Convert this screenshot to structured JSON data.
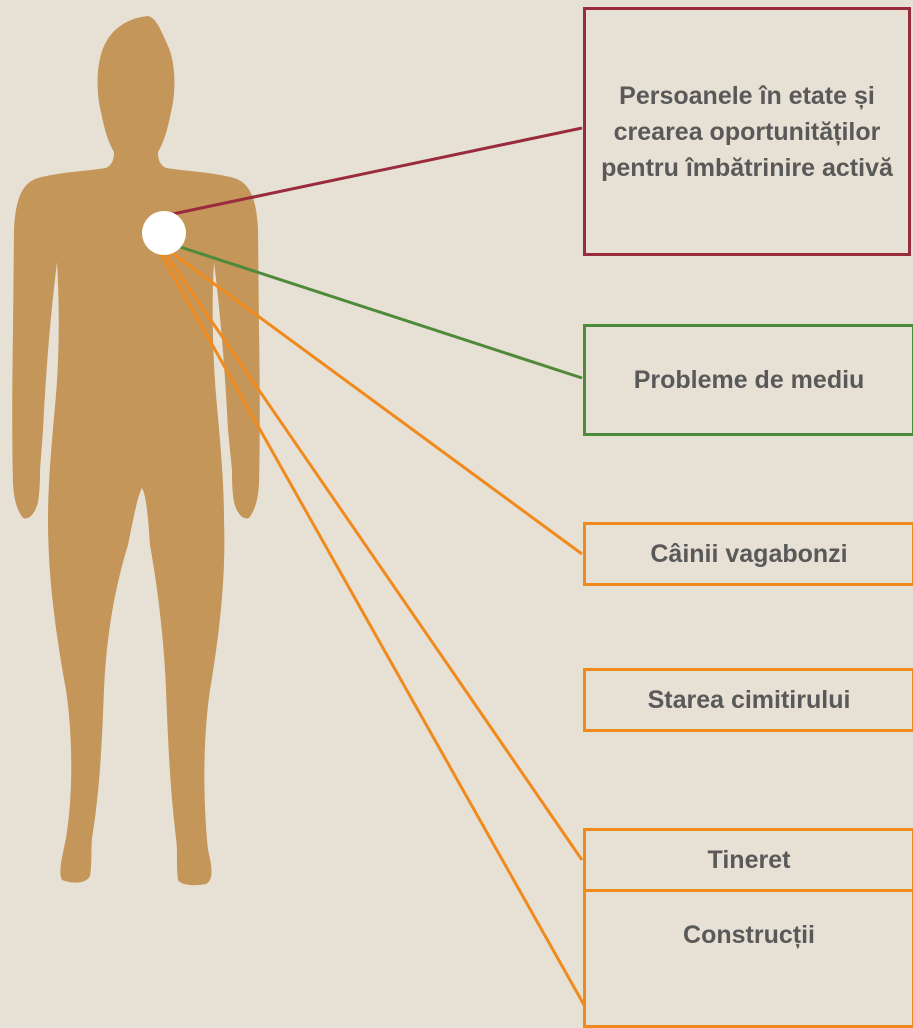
{
  "figure": {
    "silhouette_icon": "human-silhouette",
    "marker_color": "#ffffff",
    "silhouette_color": "#c4965a"
  },
  "boxes": [
    {
      "label": "Persoanele în etate și crearea oportunităților pentru îmbătrinire activă",
      "color": "#9a2b3d"
    },
    {
      "label": "Probleme de mediu",
      "color": "#4f8a3a"
    },
    {
      "label": "Câinii vagabonzi",
      "color": "#f08a1d"
    },
    {
      "label": "Starea cimitirului",
      "color": "#f08a1d"
    },
    {
      "label": "Tineret",
      "color": "#f08a1d"
    },
    {
      "label": "Construcții",
      "color": "#f08a1d"
    }
  ]
}
